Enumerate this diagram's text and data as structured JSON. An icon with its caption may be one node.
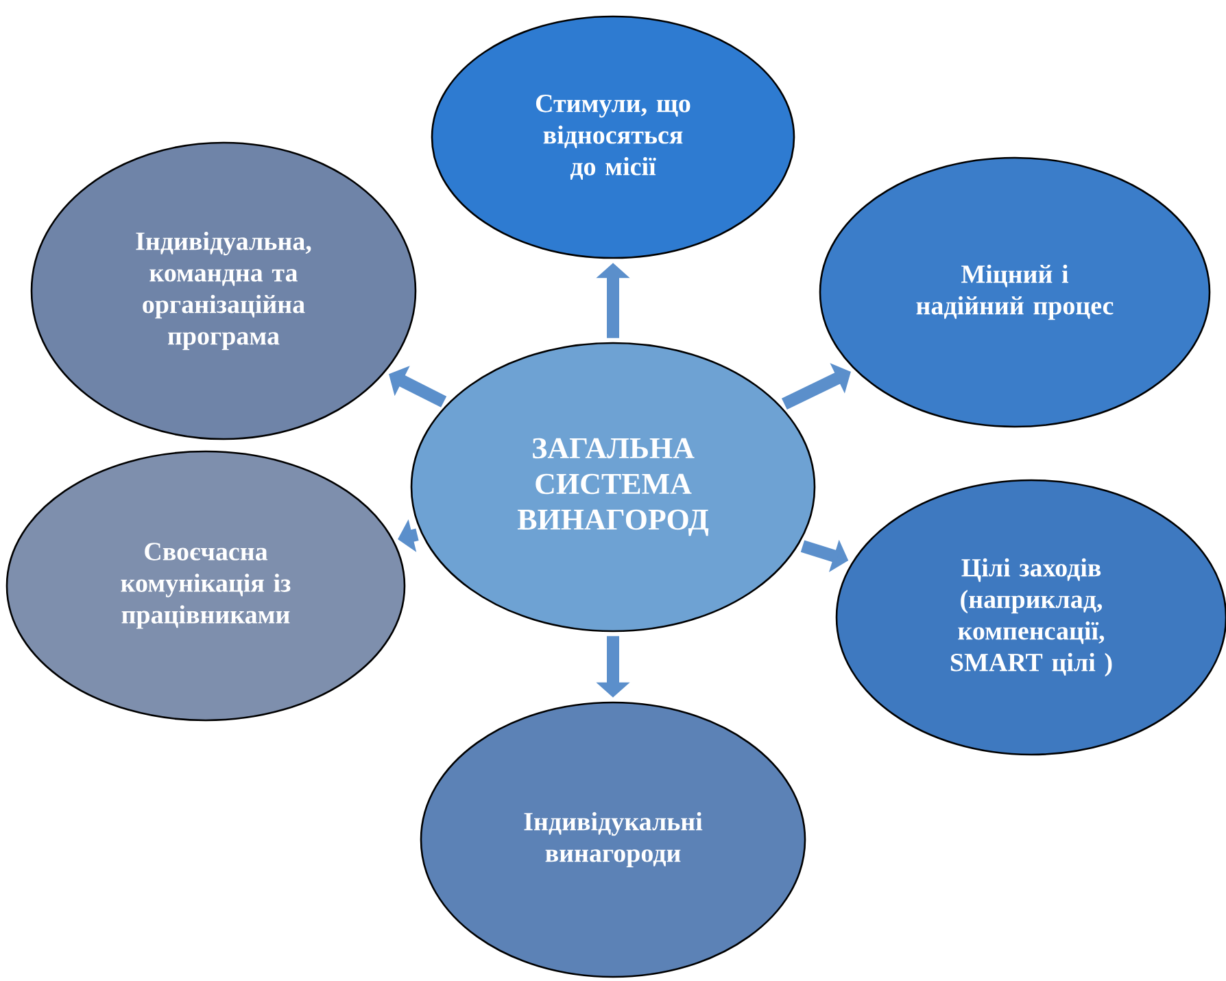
{
  "diagram": {
    "nodes": [
      {
        "text": [
          "Стимули, що відносяться до місії"
        ]
      },
      {
        "text": [
          "Індивідуальна, командна та організаційна програма"
        ]
      },
      {
        "text": [
          "Міцний і надійний процес"
        ]
      },
      {
        "text": [
          "ЗАГАЛЬНА СИСТЕМА ВИНАГОРОД"
        ]
      },
      {
        "text": [
          "Своєчасна комунікація із працівниками"
        ]
      },
      {
        "text": [
          "Цілі заходів (наприклад, компенсації, SMART цілі )"
        ]
      },
      {
        "text": [
          "Індивідукальні винагороди"
        ]
      }
    ],
    "edges": [
      {
        "from": 3,
        "to": 0,
        "arrow": "to"
      },
      {
        "from": 3,
        "to": 1,
        "arrow": "to"
      },
      {
        "from": 3,
        "to": 2,
        "arrow": "to"
      },
      {
        "from": 3,
        "to": 4,
        "arrow": "to"
      },
      {
        "from": 3,
        "to": 5,
        "arrow": "to"
      },
      {
        "from": 3,
        "to": 6,
        "arrow": "to"
      }
    ]
  }
}
